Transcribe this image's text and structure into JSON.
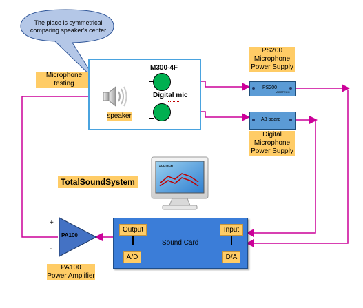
{
  "bubble": {
    "line1": "The place is symmetrical",
    "line2": "comparing speaker's center"
  },
  "labels": {
    "microphone_testing": "Microphone testing",
    "speaker": "speaker",
    "m300": "M300-4F",
    "digital_mic": "Digital mic",
    "ps200_title_1": "PS200",
    "ps200_title_2": "Microphone",
    "ps200_title_3": "Power Supply",
    "digital_ps_1": "Digital",
    "digital_ps_2": "Microphone",
    "digital_ps_3": "Power Supply",
    "system_title": "TotalSoundSystem",
    "pa100_title_1": "PA100",
    "pa100_title_2": "Power Amplifier"
  },
  "devices": {
    "ps200_label": "PS200",
    "ps200_brand": "ACOTECH",
    "a3_label": "A3 board",
    "monitor_brand": "ACOTECH",
    "amp_label": "PA100",
    "amp_plus": "+",
    "amp_minus": "-"
  },
  "sound_card": {
    "title": "Sound Card",
    "output": "Output",
    "input": "Input",
    "ad": "A/D",
    "da": "D/A"
  },
  "colors": {
    "wire": "#cc0099",
    "mic_green": "#00b050",
    "orange": "#ffcc66",
    "card_blue": "#3b7dd8",
    "frame_blue": "#4aa3df"
  }
}
